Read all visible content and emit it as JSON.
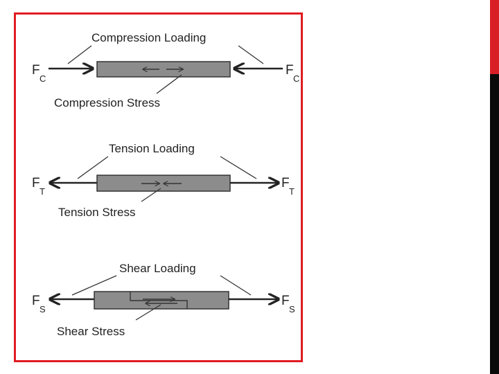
{
  "panels": {
    "compression": {
      "loading_label": "Compression Loading",
      "stress_label": "Compression Stress",
      "force_main": "F",
      "force_sub": "C"
    },
    "tension": {
      "loading_label": "Tension Loading",
      "stress_label": "Tension Stress",
      "force_main": "F",
      "force_sub": "T"
    },
    "shear": {
      "loading_label": "Shear Loading",
      "stress_label": "Shear Stress",
      "force_main": "F",
      "force_sub": "S"
    }
  },
  "colors": {
    "frame": "#e01b22",
    "bar_fill": "#8c8c8c",
    "ink": "#222222",
    "accent_red": "#d91f26",
    "accent_black": "#0a0a0a"
  }
}
